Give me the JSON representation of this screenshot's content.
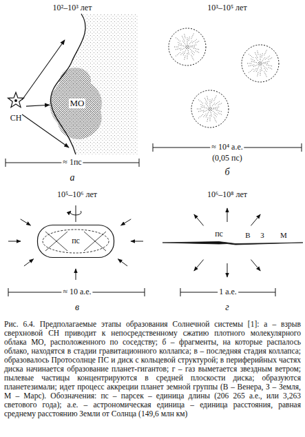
{
  "diagram": {
    "caption": "Рис. 6.4. Предполагаемые этапы образования Солнечной системы [1]: а – взрыв сверхновой СН приводит к непосредственному сжатию плотного молекулярного облака МО, расположенного по соседству; б – фрагменты, на которые распалось облако, находятся в стадии гравитационного коллапса; в – последняя стадия коллапса; образовалось Протосолнце ПС и диск с кольцевой структурой; в периферийных частях диска начинается образование планет-гигантов; г – газ выметается звездным ветром; пылевые частицы концентрируются в средней плоскости диска; образуются планетезимали; идет процесс аккреции планет земной группы (В – Венера, З – Земля, М – Марс). Обозначения: пс – парсек – единица длины (206 265 а.е., или 3,263 светового года); а.е. – астрономическая единица – единица расстояния, равная среднему расстоянию Земли от Солнца (149,6 млн км)",
    "nodes": [
      {
        "text": [
          "СН"
        ]
      },
      {
        "text": [
          "МО"
        ]
      },
      {
        "text": [
          "пс"
        ]
      }
    ],
    "edges": [
      {
        "from": 0,
        "to": 1,
        "arrow": "to"
      }
    ],
    "labels": [
      "10²–10³ лет",
      "≈ 1пс",
      "а",
      "10³–10⁵ лет",
      "≈ 10⁴ а.е.",
      "(0,05 пс)",
      "б",
      "10⁵–10⁶ лет",
      "≈ 10 а.е.",
      "в",
      "10⁶–10⁸ лет",
      "пс",
      "В",
      "З",
      "М",
      "1 а.е.",
      "г"
    ]
  }
}
